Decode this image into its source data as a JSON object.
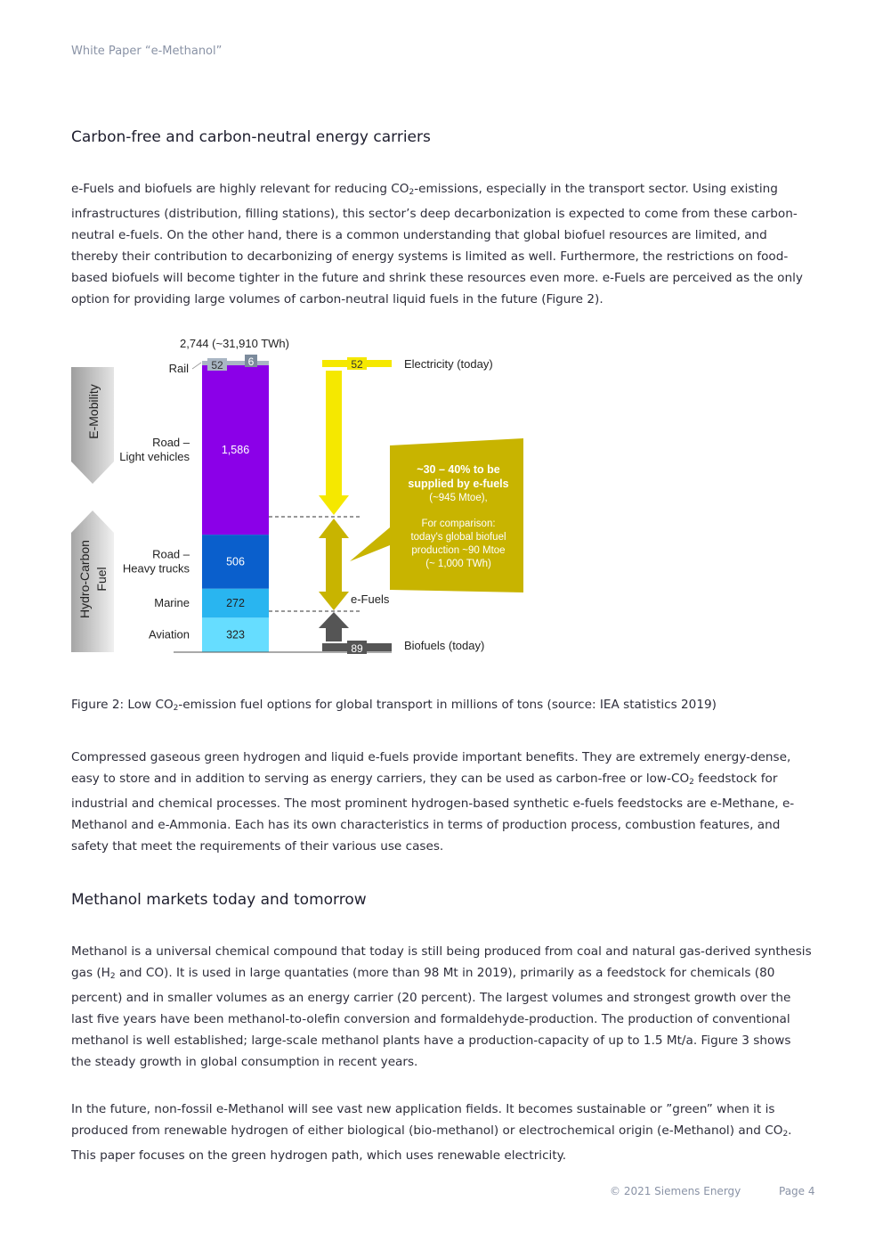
{
  "header": {
    "title": "White Paper “e-Methanol”"
  },
  "section1": {
    "heading": "Carbon-free and carbon-neutral energy carriers",
    "p1": [
      {
        "t": "e-Fuels and biofuels are highly relevant for reducing CO"
      },
      {
        "t": "2",
        "sub": true
      },
      {
        "t": "-emissions, especially in the transport sector. Using existing infrastructures (distribution, filling stations), this sector’s deep decarbonization is expected to come from these carbon-neutral e-fuels. On the other hand, there is a common understanding that global biofuel resources are limited, and thereby their contribution to decarbonizing of energy systems is limited as well. Furthermore, the restrictions on food-based biofuels will become tighter in the future and shrink these resources even more. e-Fuels are perceived as the only option for providing large volumes of carbon-neutral liquid fuels in the future (Figure 2)."
      }
    ]
  },
  "figure": {
    "total_label": "2,744 (~31,910 TWh)",
    "total_value": 2744,
    "rail_label": "Rail",
    "rail_values": [
      "52",
      "6"
    ],
    "group_emobility": "E-Mobility",
    "group_hydro_line1": "Hydro-Carbon",
    "group_hydro_line2": "Fuel",
    "segments": [
      {
        "label_line1": "Aviation",
        "label_line2": "",
        "value": 323,
        "value_label": "323",
        "color": "#66ddff"
      },
      {
        "label_line1": "Marine",
        "label_line2": "",
        "value": 272,
        "value_label": "272",
        "color": "#29b5f0"
      },
      {
        "label_line1": "Road –",
        "label_line2": "Heavy trucks",
        "value": 506,
        "value_label": "506",
        "color": "#0a5fcc"
      },
      {
        "label_line1": "Road –",
        "label_line2": "Light vehicles",
        "value": 1586,
        "value_label": "1,586",
        "color": "#8b00e8"
      }
    ],
    "electricity_value": "52",
    "electricity_label": "Electricity (today)",
    "efuels_label": "e-Fuels",
    "biofuels_value": "89",
    "biofuels_label": "Biofuels (today)",
    "callout": {
      "line1": "~30 – 40% to be",
      "line2": "supplied by e-fuels",
      "line3": "(~945 Mtoe),",
      "line4": "For comparison:",
      "line5": "today's global biofuel",
      "line6": "production ~90 Mtoe",
      "line7": "(~ 1,000 TWh)"
    },
    "colors": {
      "electricity": "#f5e800",
      "efuels": "#c8b400",
      "biofuels": "#555555",
      "rail": "#a9b6c4"
    }
  },
  "caption": [
    {
      "t": "Figure 2: Low CO"
    },
    {
      "t": "2",
      "sub": true
    },
    {
      "t": "-emission fuel options for global transport in millions of tons (source: IEA statistics 2019)"
    }
  ],
  "p2": [
    {
      "t": "Compressed gaseous green hydrogen and liquid e-fuels provide important benefits. They are extremely energy-dense, easy to store and in addition to serving as energy carriers, they can be used as carbon-free or low-CO"
    },
    {
      "t": "2",
      "sub": true
    },
    {
      "t": " feedstock for industrial and chemical processes. The most prominent hydrogen-based synthetic e-fuels feedstocks are e-Methane, e-Methanol and e-Ammonia. Each has its own characteristics in terms of production process, combustion features, and safety that meet the requirements of their various use cases."
    }
  ],
  "section2": {
    "heading": "Methanol markets today and tomorrow",
    "p3": [
      {
        "t": "Methanol is a universal chemical compound that today is still being produced from coal and natural gas-derived synthesis gas (H"
      },
      {
        "t": "2",
        "sub": true
      },
      {
        "t": " and CO). It is used in large quantaties (more than 98 Mt in 2019), primarily as a feedstock for chemicals (80 percent) and in smaller volumes as an energy carrier (20 percent). The largest volumes and strongest growth over the last five years have been methanol-to-olefin conversion and formaldehyde-production. The production of conventional methanol is well established; large-scale methanol plants have a production-capacity of up to 1.5 Mt/a. Figure 3 shows the steady growth in global consumption in recent years."
      }
    ],
    "p4": [
      {
        "t": "In the future, non-fossil e-Methanol will see vast new application fields. It becomes sustainable or ”green” when it is produced from renewable hydrogen of either biological (bio-methanol) or electrochemical origin (e-Methanol) and CO"
      },
      {
        "t": "2",
        "sub": true
      },
      {
        "t": ". This paper focuses on the green hydrogen path, which uses renewable electricity."
      }
    ]
  },
  "footer": {
    "copyright": "© 2021 Siemens Energy",
    "page": "Page 4"
  }
}
